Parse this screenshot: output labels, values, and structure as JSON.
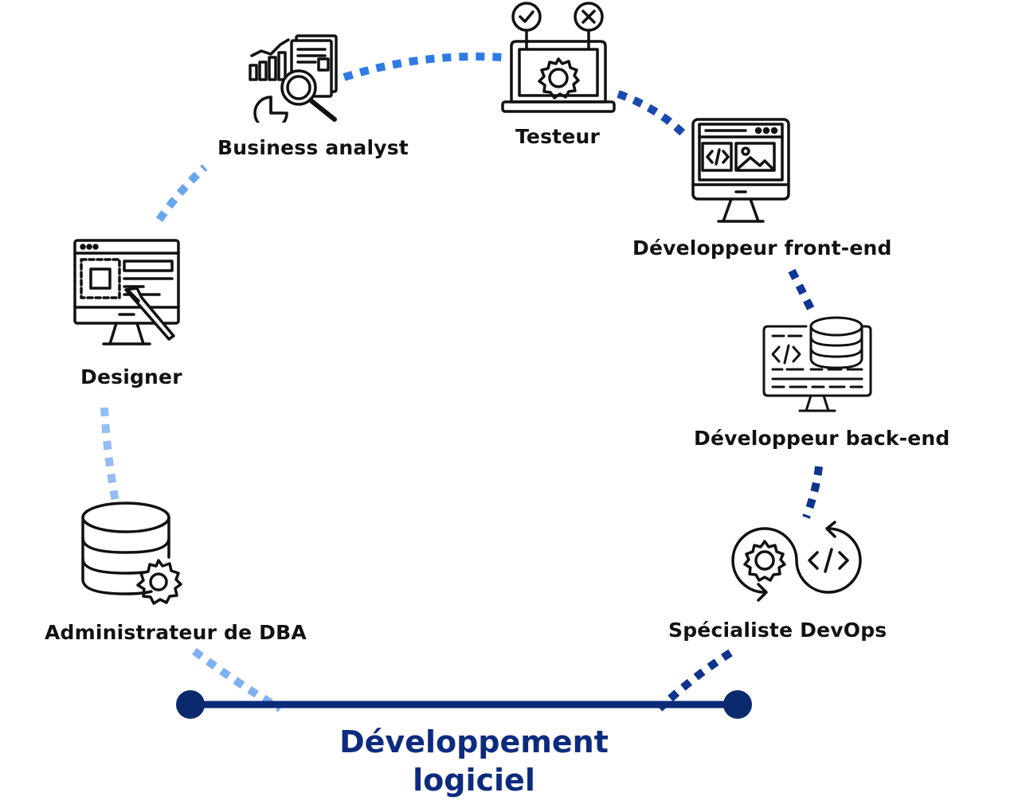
{
  "title_line1": "Développement",
  "title_line2": "logiciel",
  "colors": {
    "title": "#0d2b7e",
    "line": "#0a2a7a",
    "dot": "#0b2a6e",
    "dash_light": "#8fbaf5",
    "dash_mid": "#3d82e6",
    "dash_dark": "#0d2f8a",
    "icon": "#111111"
  },
  "roles": [
    {
      "label": "Business analyst",
      "icon": "business-analyst-icon"
    },
    {
      "label": "Testeur",
      "icon": "tester-icon"
    },
    {
      "label": "Développeur front-end",
      "icon": "frontend-developer-icon"
    },
    {
      "label": "Designer",
      "icon": "designer-icon"
    },
    {
      "label": "Développeur back-end",
      "icon": "backend-developer-icon"
    },
    {
      "label": "Administrateur de DBA",
      "icon": "database-admin-icon"
    },
    {
      "label": "Spécialiste DevOps",
      "icon": "devops-icon"
    }
  ]
}
